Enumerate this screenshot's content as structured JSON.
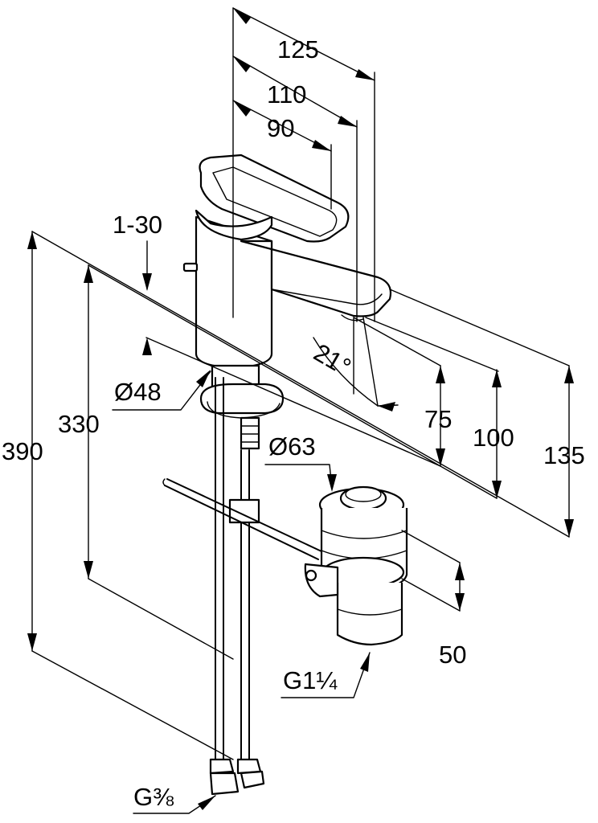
{
  "dimensions": {
    "top_width_125": "125",
    "top_width_110": "110",
    "top_width_90": "90",
    "lever_range": "1-30",
    "spout_angle": "21°",
    "height_75": "75",
    "height_100": "100",
    "height_135": "135",
    "total_height_390": "390",
    "height_330": "330",
    "body_diameter": "Ø48",
    "waste_diameter": "Ø63",
    "waste_height": "50",
    "waste_thread": "G1¼",
    "hose_thread": "G⅜"
  }
}
